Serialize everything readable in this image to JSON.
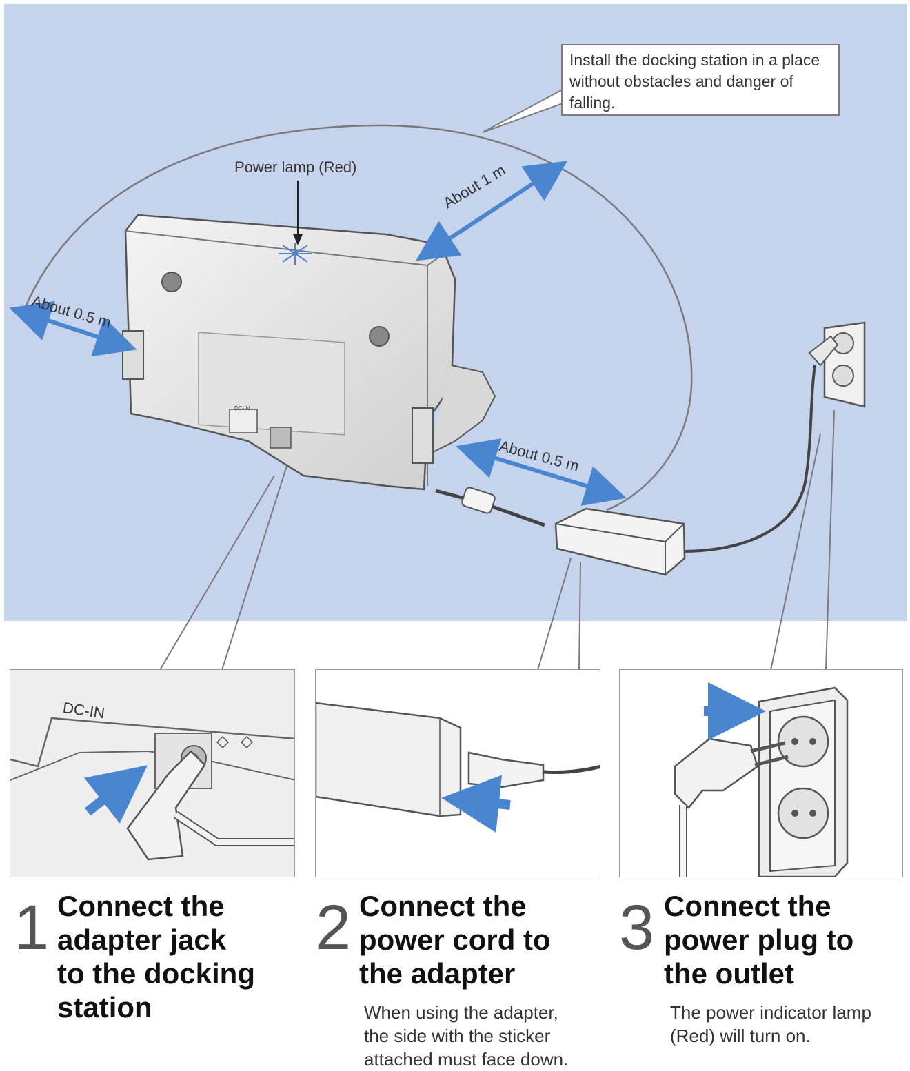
{
  "callout": {
    "line1": "Install the docking station in a place",
    "line2": "without obstacles and danger of",
    "line3": "falling."
  },
  "labels": {
    "power_lamp": "Power lamp (Red)",
    "about_1m": "About 1 m",
    "about_05m_left": "About 0.5 m",
    "about_05m_right": "About 0.5 m",
    "dc_in_small": "DC-IN",
    "dc_in_detail": "DC-IN"
  },
  "steps": [
    {
      "number": "1",
      "title_lines": [
        "Connect the",
        "adapter jack",
        "to the docking",
        "station"
      ],
      "note_lines": []
    },
    {
      "number": "2",
      "title_lines": [
        "Connect the",
        "power cord to",
        "the adapter"
      ],
      "note_lines": [
        "When using the adapter,",
        "the side with the sticker",
        "attached must face down."
      ]
    },
    {
      "number": "3",
      "title_lines": [
        "Connect the",
        "power plug to",
        "the outlet"
      ],
      "note_lines": [
        "The power indicator lamp",
        "(Red) will turn on."
      ]
    }
  ],
  "colors": {
    "wall": "#c5d3ec",
    "arrow": "#4a86cf",
    "station": "#e6e6e6",
    "outline": "#555555"
  }
}
